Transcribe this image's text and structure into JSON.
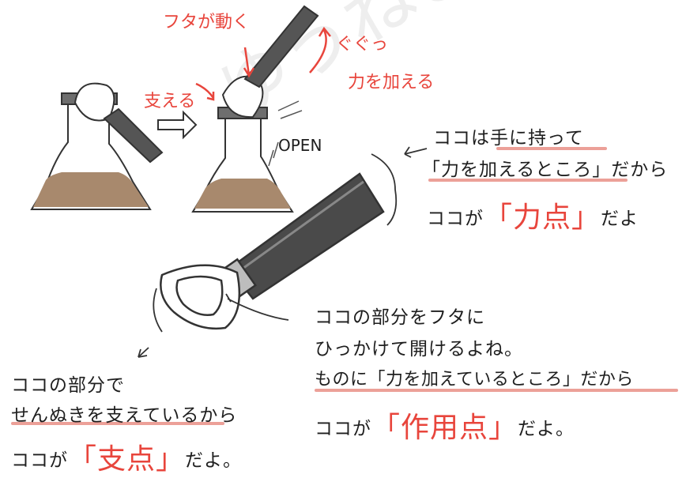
{
  "watermark": "ゆうねこの",
  "labels": {
    "lid_moves": "フタが動く",
    "gugu": "ぐぐっ",
    "support": "支える",
    "apply_force": "力を加える",
    "open": "OPEN"
  },
  "effort": {
    "line1": "ココは手に持って",
    "line2_quote": "「力を加えるところ」だから",
    "line3_prefix": "ココが",
    "line3_big": "「力点」",
    "line3_suffix": "だよ"
  },
  "load": {
    "line1": "ココの部分をフタに",
    "line2": "ひっかけて開けるよね。",
    "line3": "ものに「力を加えているところ」だから",
    "line4_prefix": "ココが",
    "line4_big": "「作用点」",
    "line4_suffix": "だよ。"
  },
  "fulcrum": {
    "line1": "ココの部分で",
    "line2": "せんぬきを支えているから",
    "line3_prefix": "ココが",
    "line3_big": "「支点」",
    "line3_suffix": "だよ。"
  }
}
